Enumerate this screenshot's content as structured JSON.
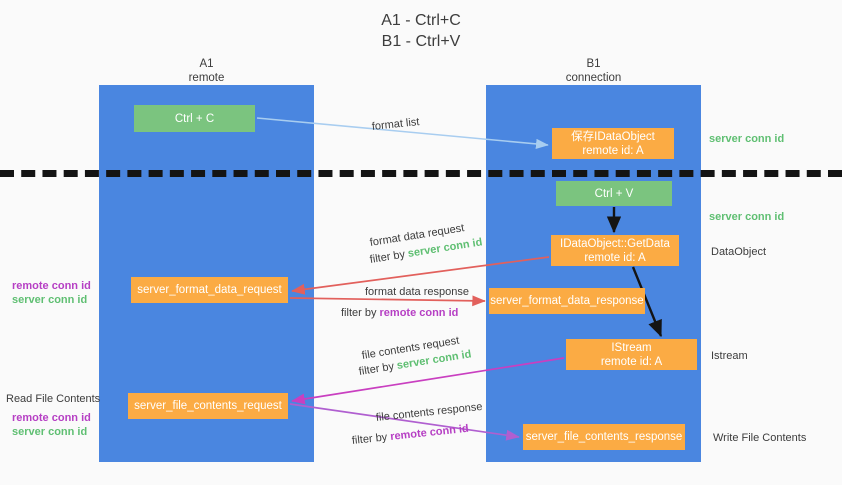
{
  "title": {
    "line1": "A1 - Ctrl+C",
    "line2": "B1 - Ctrl+V"
  },
  "columns": [
    {
      "name": "A1",
      "sub": "remote"
    },
    {
      "name": "B1",
      "sub": "connection"
    }
  ],
  "boxes": {
    "ctrl_c": "Ctrl + C",
    "ctrl_v": "Ctrl + V",
    "save_idataobject_l1": "保存IDataObject",
    "save_idataobject_l2": "remote id: A",
    "getdata_l1": "IDataObject::GetData",
    "getdata_l2": "remote id: A",
    "istream_l1": "IStream",
    "istream_l2": "remote id: A",
    "server_format_data_request": "server_format_data_request",
    "server_format_data_response": "server_format_data_response",
    "server_file_contents_request": "server_file_contents_request",
    "server_file_contents_response": "server_file_contents_response"
  },
  "edge_labels": {
    "format_list": "format list",
    "format_data_request": "format data request",
    "format_data_request_filter_pre": "filter by ",
    "format_data_request_filter_key": "server conn id",
    "format_data_response": "format data response",
    "format_data_response_filter_pre": "filter by ",
    "format_data_response_filter_key": "remote conn id",
    "file_contents_request": "file contents request",
    "file_contents_request_filter_pre": "filter by ",
    "file_contents_request_filter_key": "server conn id",
    "file_contents_response": "file contents response",
    "file_contents_response_filter_pre": "filter by ",
    "file_contents_response_filter_key": "remote conn id"
  },
  "side_labels": {
    "left_mid_remote": "remote conn id",
    "left_mid_server": "server conn id",
    "read_file_contents": "Read File Contents",
    "left_low_remote": "remote conn id",
    "left_low_server": "server conn id",
    "right_top_server": "server conn id",
    "right_mid_server": "server conn id",
    "dataobject": "DataObject",
    "istream": "Istream",
    "write_file_contents": "Write File Contents"
  },
  "colors": {
    "column": "#4a86e0",
    "box_orange": "#fbab44",
    "box_green": "#7bc47f",
    "green_text": "#5fbf72",
    "purple_text": "#b63fc4",
    "arrow_blue": "#a8cdf0",
    "arrow_red": "#e2605c",
    "arrow_magenta": "#c93fc0",
    "arrow_purple": "#b05fd0",
    "arrow_black": "#141414",
    "background": "#fafafa"
  }
}
